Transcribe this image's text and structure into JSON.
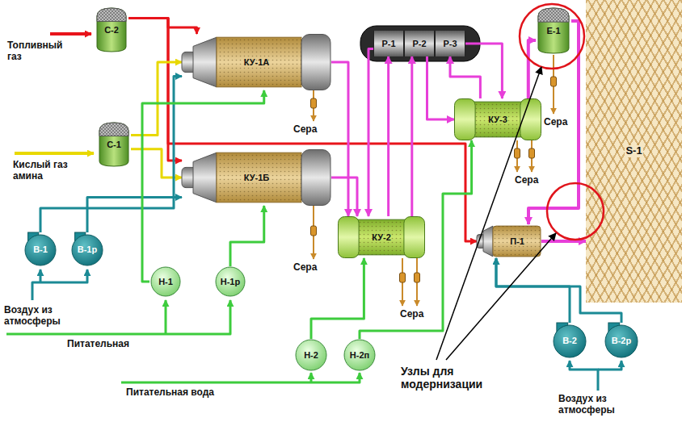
{
  "diagram": {
    "nodes": [
      {
        "text": [
          "С-2"
        ]
      },
      {
        "text": [
          "С-1"
        ]
      },
      {
        "text": [
          "КУ-1А"
        ]
      },
      {
        "text": [
          "КУ-1Б"
        ]
      },
      {
        "text": [
          "Р-1"
        ]
      },
      {
        "text": [
          "Р-2"
        ]
      },
      {
        "text": [
          "Р-3"
        ]
      },
      {
        "text": [
          "КУ-3"
        ]
      },
      {
        "text": [
          "КУ-2"
        ]
      },
      {
        "text": [
          "Е-1"
        ]
      },
      {
        "text": [
          "П-1"
        ]
      },
      {
        "text": [
          "S-1"
        ]
      },
      {
        "text": [
          "В-1"
        ]
      },
      {
        "text": [
          "В-1р"
        ]
      },
      {
        "text": [
          "Н-1"
        ]
      },
      {
        "text": [
          "Н-1р"
        ]
      },
      {
        "text": [
          "Н-2"
        ]
      },
      {
        "text": [
          "Н-2п"
        ]
      },
      {
        "text": [
          "В-2"
        ]
      },
      {
        "text": [
          "В-2р"
        ]
      }
    ],
    "edges": [
      {
        "from": 0,
        "to": 2,
        "arrow": "to"
      },
      {
        "from": 0,
        "to": 3,
        "arrow": "to"
      },
      {
        "from": 0,
        "to": 10,
        "arrow": "to"
      },
      {
        "from": 1,
        "to": 2,
        "arrow": "to"
      },
      {
        "from": 1,
        "to": 3,
        "arrow": "to"
      },
      {
        "from": 12,
        "to": 2,
        "arrow": "to"
      },
      {
        "from": 13,
        "to": 3,
        "arrow": "to"
      },
      {
        "from": 14,
        "to": 2,
        "arrow": "to"
      },
      {
        "from": 15,
        "to": 3,
        "arrow": "to"
      },
      {
        "from": 16,
        "to": 8,
        "arrow": "to"
      },
      {
        "from": 17,
        "to": 7,
        "arrow": "to"
      },
      {
        "from": 2,
        "to": 8,
        "arrow": "to"
      },
      {
        "from": 3,
        "to": 8,
        "arrow": "to"
      },
      {
        "from": 8,
        "to": 4,
        "arrow": "to"
      },
      {
        "from": 4,
        "to": 8,
        "arrow": "to"
      },
      {
        "from": 8,
        "to": 5,
        "arrow": "to"
      },
      {
        "from": 5,
        "to": 7,
        "arrow": "to"
      },
      {
        "from": 7,
        "to": 6,
        "arrow": "to"
      },
      {
        "from": 6,
        "to": 7,
        "arrow": "to"
      },
      {
        "from": 7,
        "to": 9,
        "arrow": "to"
      },
      {
        "from": 9,
        "to": 10,
        "arrow": "to"
      },
      {
        "from": 10,
        "to": 11,
        "arrow": "to"
      },
      {
        "from": 18,
        "to": 10,
        "arrow": "to"
      },
      {
        "from": 19,
        "to": 10,
        "arrow": "to"
      }
    ],
    "labels": [
      "Топливный газ",
      "Кислый газ амина",
      "Сера",
      "Сера",
      "Сера",
      "Сера",
      "Сера",
      "Воздух из атмосферы",
      "Питательная",
      "Питательная вода",
      "Узлы для модернизации",
      "Воздух из атмосферы"
    ]
  }
}
